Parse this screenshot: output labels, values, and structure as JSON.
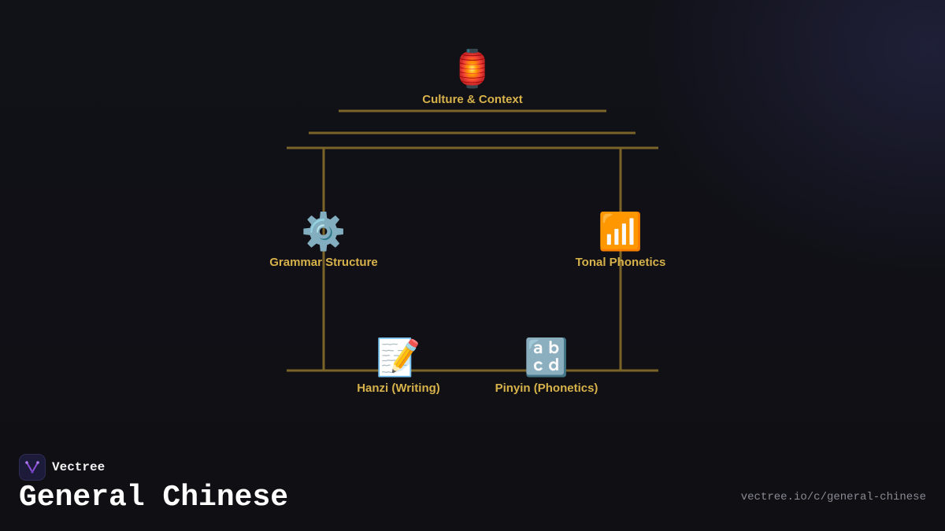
{
  "brand": {
    "name": "Vectree",
    "logo_icon": "vectree-v-logo-icon",
    "accent_color": "#8a4fd8"
  },
  "page": {
    "title": "General Chinese",
    "url": "vectree.io/c/general-chinese"
  },
  "diagram": {
    "line_color": "#7a6428",
    "label_color": "#d7b24a",
    "nodes": [
      {
        "id": "culture",
        "label": "Culture & Context",
        "icon": "🏮",
        "icon_name": "red-lantern-icon"
      },
      {
        "id": "grammar",
        "label": "Grammar Structure",
        "icon": "⚙️",
        "icon_name": "gear-icon"
      },
      {
        "id": "tonal",
        "label": "Tonal Phonetics",
        "icon": "📶",
        "icon_name": "signal-bars-icon"
      },
      {
        "id": "hanzi",
        "label": "Hanzi (Writing)",
        "icon": "📝",
        "icon_name": "memo-icon"
      },
      {
        "id": "pinyin",
        "label": "Pinyin (Phonetics)",
        "icon": "🔡",
        "icon_name": "abcd-letters-icon"
      }
    ]
  }
}
